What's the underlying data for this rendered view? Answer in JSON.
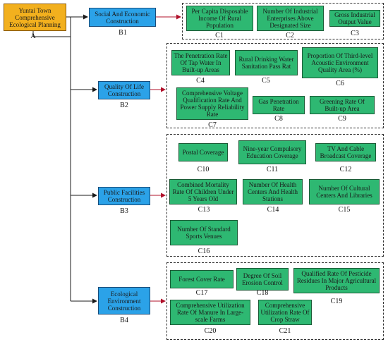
{
  "root": {
    "label": "Yuntai Town Comprehensive Ecological Planning",
    "code": "A"
  },
  "branches": [
    {
      "label": "Social And Economic Construction",
      "code": "B1",
      "items": [
        {
          "label": "Per Capita Disposable Income Of Rural Population",
          "code": "C1"
        },
        {
          "label": "Number Of Industrial Enterprises Above Designated Size",
          "code": "C2"
        },
        {
          "label": "Gross Industrial Output Value",
          "code": "C3"
        }
      ]
    },
    {
      "label": "Quality Of Life Construction",
      "code": "B2",
      "items": [
        {
          "label": "The Penetration Rate Of Tap Water In Built-up Areas",
          "code": "C4"
        },
        {
          "label": "Rural Drinking Water Sanitation Pass Rat",
          "code": "C5"
        },
        {
          "label": "Proportion Of Third-level Acoustic Environment Quality Area (%)",
          "code": "C6"
        },
        {
          "label": "Comprehensive Voltage Qualification Rate And Power Supply Reliability Rate",
          "code": "C7"
        },
        {
          "label": "Gas Penetration Rate",
          "code": "C8"
        },
        {
          "label": "Greening Rate Of Built-up Area",
          "code": "C9"
        }
      ]
    },
    {
      "label": "Public Facilities Construction",
      "code": "B3",
      "items": [
        {
          "label": "Postal Coverage",
          "code": "C10"
        },
        {
          "label": "Nine-year Compulsory Education Coverage",
          "code": "C11"
        },
        {
          "label": "TV And Cable Broadcast Coverage",
          "code": "C12"
        },
        {
          "label": "Combined Mortality Rate Of Children Under 5 Years Old",
          "code": "C13"
        },
        {
          "label": "Number Of Health Centers And Health Stations",
          "code": "C14"
        },
        {
          "label": "Number Of Cultural Centers And Libraries",
          "code": "C15"
        },
        {
          "label": "Number Of Standard Sports Venues",
          "code": "C16"
        }
      ]
    },
    {
      "label": "Ecological Environment Construction",
      "code": "B4",
      "items": [
        {
          "label": "Forest Cover Rate",
          "code": "C17"
        },
        {
          "label": "Degree Of Soil Erosion Control",
          "code": "C18"
        },
        {
          "label": "Qualified Rate Of Pesticide Residues In Major Agricultural Products",
          "code": "C19"
        },
        {
          "label": "Comprehensive Utilization Rate Of Manure In Large-scale Farms",
          "code": "C20"
        },
        {
          "label": "Comprehensive Utilization Rate Of Crop Straw",
          "code": "C21"
        }
      ]
    }
  ],
  "colors": {
    "root": "#f2b01e",
    "branch": "#2ba2e8",
    "leaf": "#2eb872",
    "connector": "#1a1a1a",
    "arrow": "#b0102a"
  }
}
